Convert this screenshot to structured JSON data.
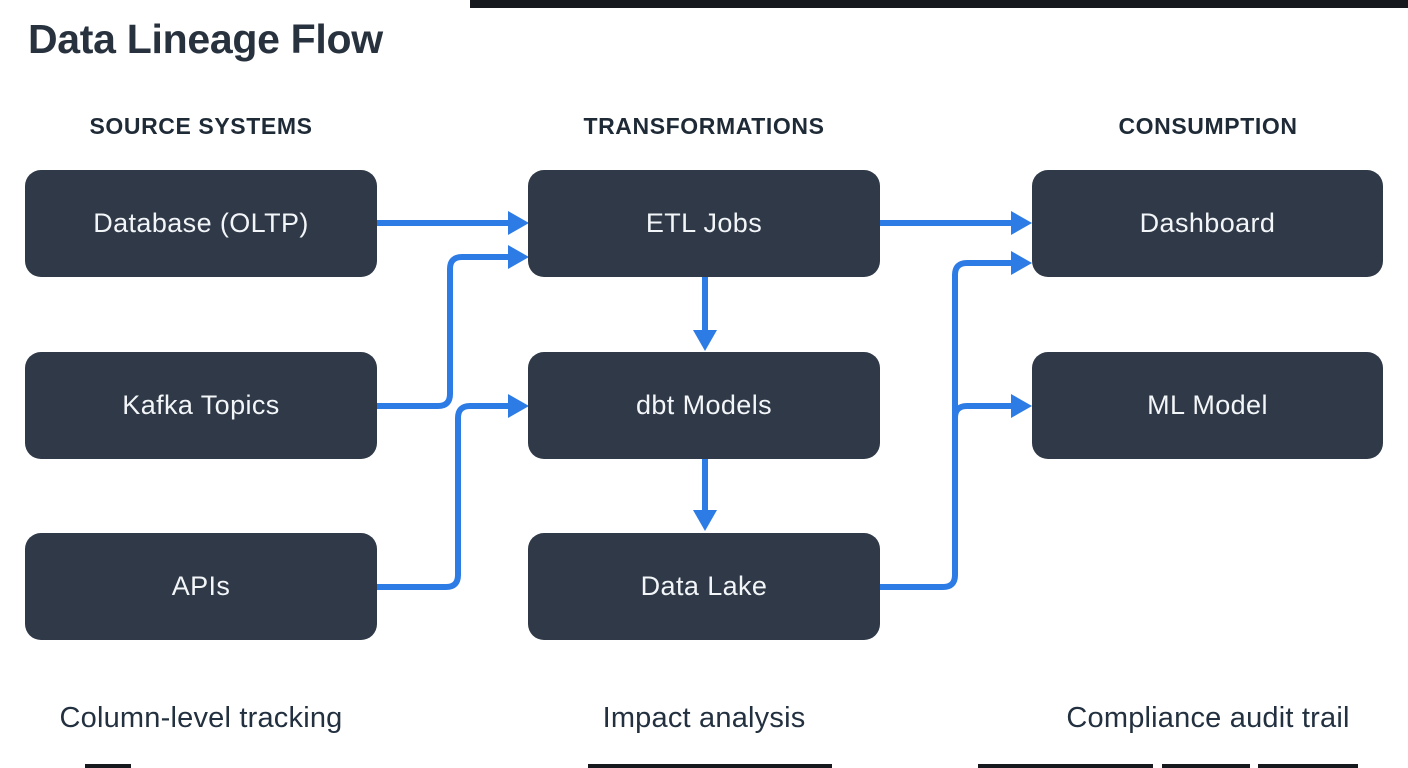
{
  "title": "Data Lineage Flow",
  "columns": [
    {
      "header": "SOURCE SYSTEMS",
      "footer": "Column-level tracking",
      "nodes": [
        "Database (OLTP)",
        "Kafka Topics",
        "APIs"
      ]
    },
    {
      "header": "TRANSFORMATIONS",
      "footer": "Impact analysis",
      "nodes": [
        "ETL Jobs",
        "dbt Models",
        "Data Lake"
      ]
    },
    {
      "header": "CONSUMPTION",
      "footer": "Compliance audit trail",
      "nodes": [
        "Dashboard",
        "ML Model"
      ]
    }
  ],
  "edges": [
    {
      "from": "Database (OLTP)",
      "to": "ETL Jobs"
    },
    {
      "from": "Kafka Topics",
      "to": "ETL Jobs"
    },
    {
      "from": "APIs",
      "to": "dbt Models"
    },
    {
      "from": "ETL Jobs",
      "to": "dbt Models"
    },
    {
      "from": "dbt Models",
      "to": "Data Lake"
    },
    {
      "from": "ETL Jobs",
      "to": "Dashboard"
    },
    {
      "from": "Data Lake",
      "to": "Dashboard"
    },
    {
      "from": "Data Lake",
      "to": "ML Model"
    }
  ],
  "colors": {
    "background": "#ffffff",
    "node_fill": "#2f3947",
    "node_text": "#f3f6f9",
    "arrow": "#2d7be5",
    "heading_text": "#1f2a37",
    "title_text": "#28323e"
  }
}
